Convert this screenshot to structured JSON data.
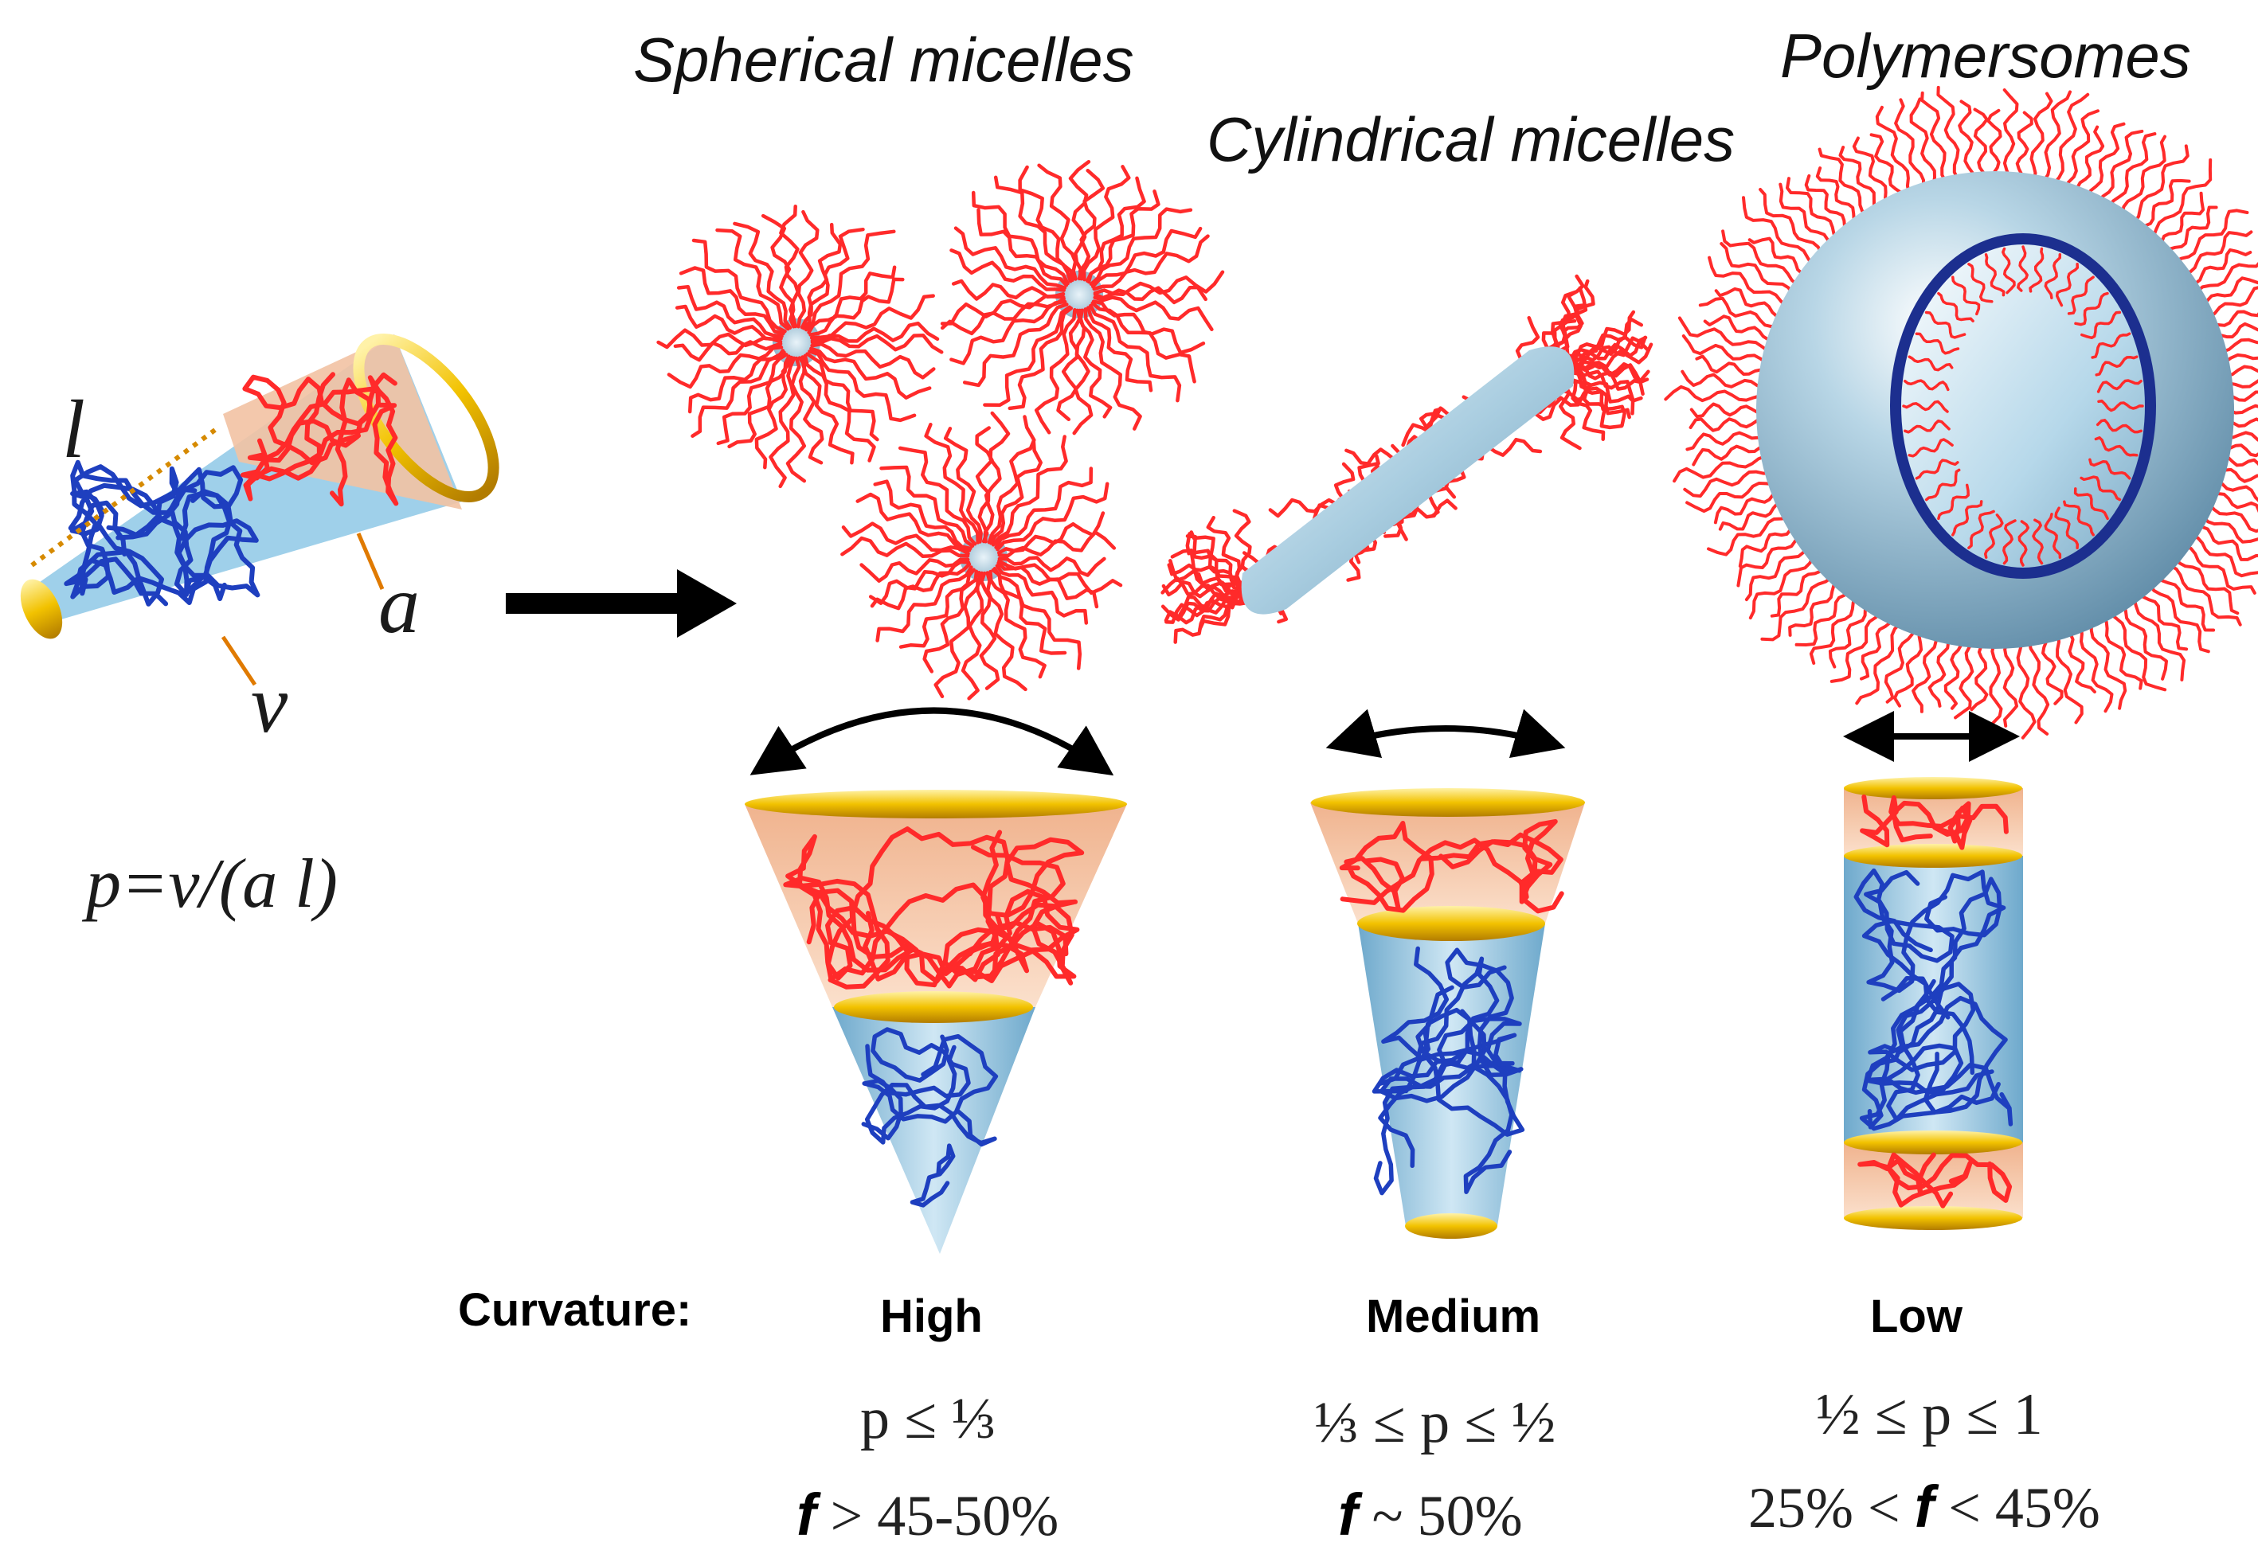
{
  "titles": {
    "spherical": "Spherical micelles",
    "cylindrical": "Cylindrical micelles",
    "polymersomes": "Polymersomes"
  },
  "unimer": {
    "l": "l",
    "a": "a",
    "v": "v",
    "formula": "p=v/(a l)"
  },
  "curvature": {
    "label": "Curvature:",
    "levels": [
      {
        "label": "High",
        "p_range": "p ≤ ⅓",
        "f_sym": "f",
        "f_range": " > 45-50%"
      },
      {
        "label": "Medium",
        "p_range": "⅓ ≤ p ≤ ½",
        "f_sym": "f",
        "f_range": " ~ 50%"
      },
      {
        "label": "Low",
        "p_range": "½ ≤ p ≤ 1",
        "f_pre": "25% < ",
        "f_sym": "f",
        "f_range": " < 45%"
      }
    ]
  },
  "colors": {
    "corona": "#ff2a2a",
    "core_chain": "#1e3fbf",
    "core_fill": "#9fcde6",
    "cone_top": "#f5cba9",
    "ring": "#e8b100",
    "vesicle_ring": "#1c2f8f",
    "arrow": "#000000"
  }
}
